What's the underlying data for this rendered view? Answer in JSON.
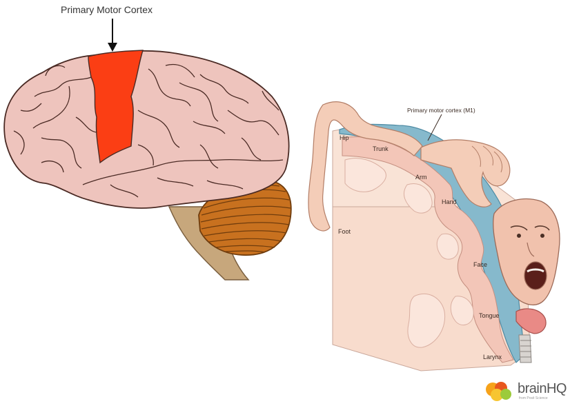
{
  "left_diagram": {
    "title": "Primary Motor Cortex"
  },
  "right_diagram": {
    "cortex_label": "Primary motor cortex (M1)",
    "body_parts": {
      "hip": "Hip",
      "trunk": "Trunk",
      "arm": "Arm",
      "hand": "Hand",
      "foot": "Foot",
      "face": "Face",
      "tongue": "Tongue",
      "larynx": "Larynx"
    }
  },
  "logo": {
    "text": "brainHQ",
    "subtext": "from Posit Science"
  },
  "colors": {
    "brain": "#eec4bd",
    "motor_cortex": "#fb3e14",
    "cerebellum": "#c8711f",
    "brainstem": "#c7a77c",
    "cortex_blue": "#86b9cc",
    "tissue": "#f8dccd"
  }
}
